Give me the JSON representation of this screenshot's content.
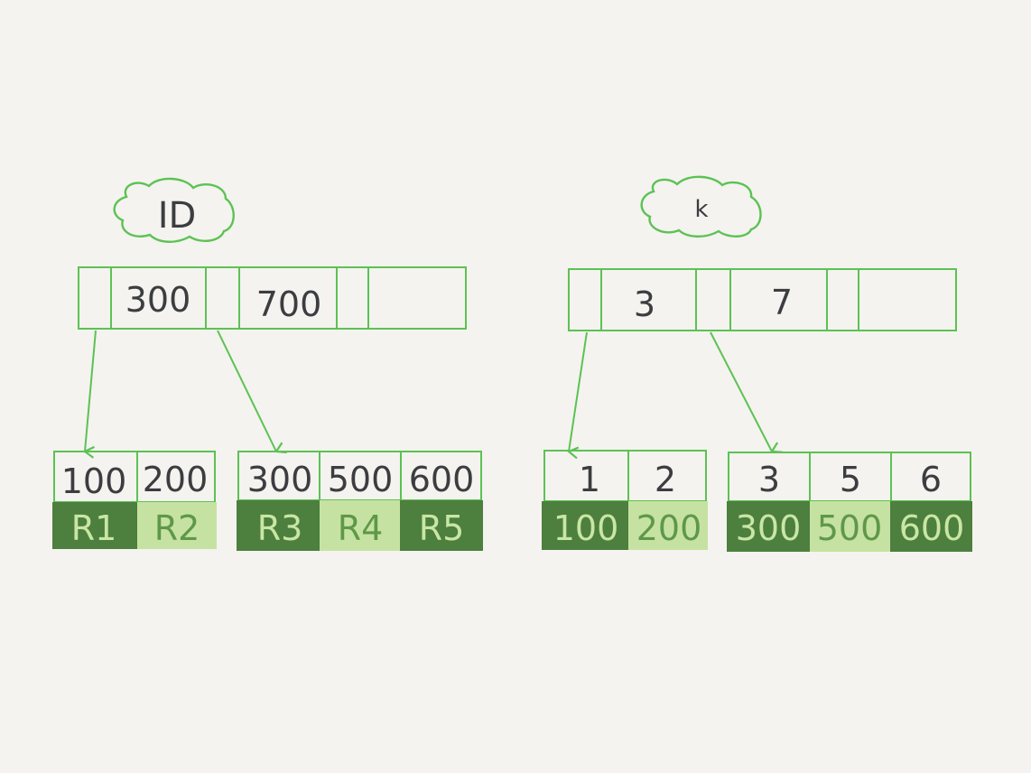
{
  "colors": {
    "background": "#f4f3ef",
    "line": "#5cc254",
    "dark_cell": "#4d7f3e",
    "light_cell": "#c6e2a2",
    "dark_text": "#c9e6a4",
    "light_text": "#5e9848",
    "key_text": "#3b3d40"
  },
  "left_tree": {
    "label": "ID",
    "root_keys": [
      "300",
      "700"
    ],
    "leaves": [
      {
        "keys": [
          "100",
          "200"
        ],
        "values": [
          "R1",
          "R2"
        ]
      },
      {
        "keys": [
          "300",
          "500",
          "600"
        ],
        "values": [
          "R3",
          "R4",
          "R5"
        ]
      }
    ]
  },
  "right_tree": {
    "label": "k",
    "root_keys": [
      "3",
      "7"
    ],
    "leaves": [
      {
        "keys": [
          "1",
          "2"
        ],
        "values": [
          "100",
          "200"
        ]
      },
      {
        "keys": [
          "3",
          "5",
          "6"
        ],
        "values": [
          "300",
          "500",
          "600"
        ]
      }
    ]
  }
}
